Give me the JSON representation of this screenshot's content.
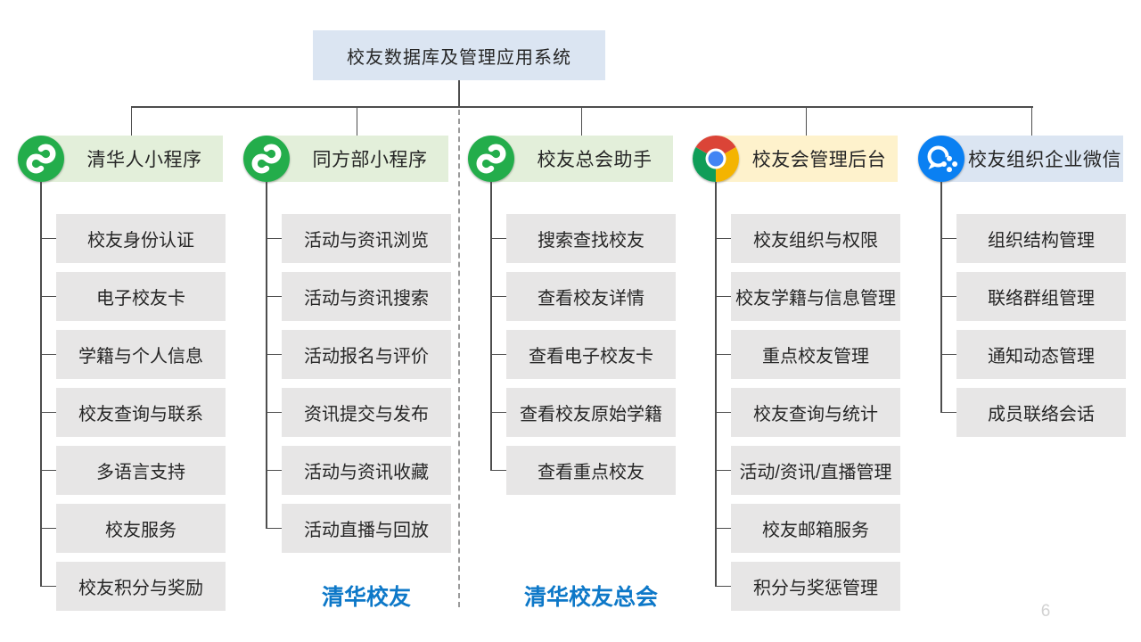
{
  "page": {
    "number": "6"
  },
  "title": {
    "text": "校友数据库及管理应用系统",
    "bg": "#dbe5f2"
  },
  "colors": {
    "item_bg": "#e7e6e6",
    "connector_line": "#4d4d4d",
    "divider_dashed": "#9a9a9a",
    "text": "#262626",
    "footer_text": "#0d78c8",
    "miniprogram_green": "#23ad4b",
    "wework_blue": "#0a80f2",
    "chrome_red": "#db4437",
    "chrome_yellow": "#f4b400",
    "chrome_green": "#0f9d58",
    "chrome_blue": "#4285f4",
    "page_number": "#d2d2d2"
  },
  "columns": [
    {
      "header": "清华人小程序",
      "header_bg": "#e3efda",
      "icon": "wechat-miniprogram-icon",
      "items": [
        "校友身份认证",
        "电子校友卡",
        "学籍与个人信息",
        "校友查询与联系",
        "多语言支持",
        "校友服务",
        "校友积分与奖励"
      ]
    },
    {
      "header": "同方部小程序",
      "header_bg": "#e3efda",
      "icon": "wechat-miniprogram-icon",
      "items": [
        "活动与资讯浏览",
        "活动与资讯搜索",
        "活动报名与评价",
        "资讯提交与发布",
        "活动与资讯收藏",
        "活动直播与回放"
      ],
      "footer": "清华校友"
    },
    {
      "header": "校友总会助手",
      "header_bg": "#e3efda",
      "icon": "wechat-miniprogram-icon",
      "items": [
        "搜索查找校友",
        "查看校友详情",
        "查看电子校友卡",
        "查看校友原始学籍",
        "查看重点校友"
      ],
      "footer": "清华校友总会"
    },
    {
      "header": "校友会管理后台",
      "header_bg": "#fef2cc",
      "icon": "chrome-icon",
      "items": [
        "校友组织与权限",
        "校友学籍与信息管理",
        "重点校友管理",
        "校友查询与统计",
        "活动/资讯/直播管理",
        "校友邮箱服务",
        "积分与奖惩管理"
      ]
    },
    {
      "header": "校友组织企业微信",
      "header_bg": "#dbe5f2",
      "icon": "wechat-work-icon",
      "items": [
        "组织结构管理",
        "联络群组管理",
        "通知动态管理",
        "成员联络会话"
      ]
    }
  ]
}
